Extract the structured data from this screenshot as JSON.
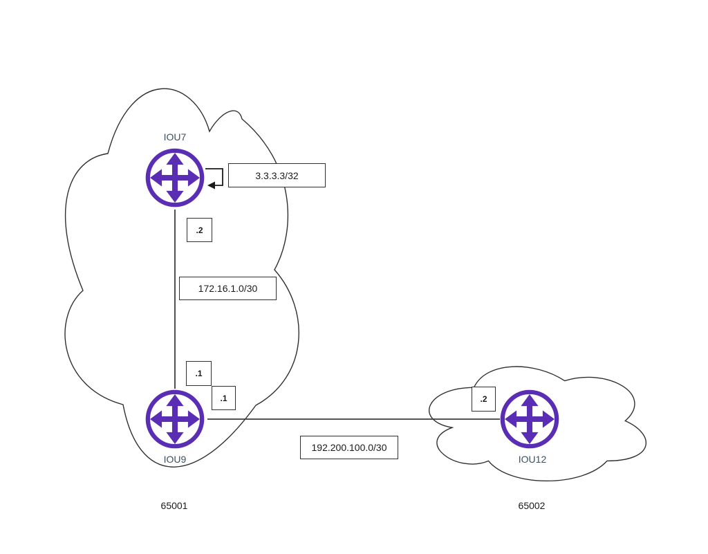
{
  "colors": {
    "router_purple": "#5a2eb4",
    "node_label": "#3d4f5e",
    "line": "#3c3c3c",
    "text": "#1a1a1a",
    "background": "#ffffff"
  },
  "nodes": {
    "iou7": {
      "label": "IOU7",
      "loopback": "3.3.3.3/32",
      "interface_down": ".2"
    },
    "iou9": {
      "label": "IOU9",
      "interface_up": ".1",
      "interface_right": ".1"
    },
    "iou12": {
      "label": "IOU12",
      "interface_left": ".2"
    }
  },
  "links": {
    "iou7_iou9": {
      "subnet": "172.16.1.0/30"
    },
    "iou9_iou12": {
      "subnet": "192.200.100.0/30"
    }
  },
  "autonomous_systems": {
    "left": {
      "label": "65001"
    },
    "right": {
      "label": "65002"
    }
  },
  "icons": {
    "router": "router-icon (circle with 4-way arrows)",
    "cloud": "network-cloud",
    "loopback": "loopback-arrow"
  }
}
